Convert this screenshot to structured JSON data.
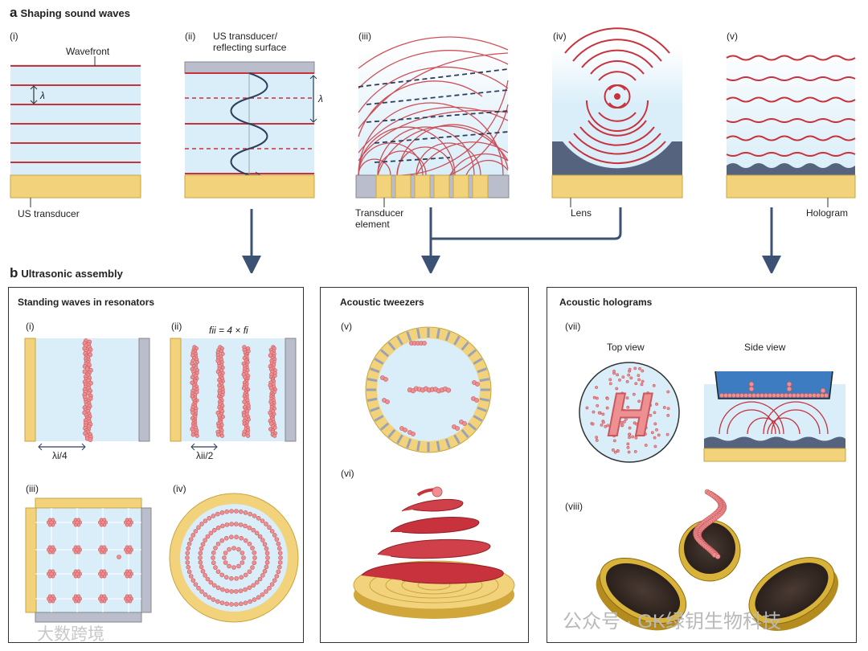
{
  "section_a": {
    "letter": "a",
    "title": "Shaping sound waves",
    "panels": [
      {
        "label": "(i)",
        "top_label": "Wavefront",
        "wavelength": "λ",
        "bottom_label": "US transducer"
      },
      {
        "label": "(ii)",
        "top_label": "US transducer/\nreflecting surface",
        "wavelength": "λ",
        "pressure": "p"
      },
      {
        "label": "(iii)",
        "bottom_label": "Transducer\nelement"
      },
      {
        "label": "(iv)",
        "bottom_label": "Lens"
      },
      {
        "label": "(v)",
        "bottom_label": "Hologram"
      }
    ]
  },
  "section_b": {
    "letter": "b",
    "title": "Ultrasonic assembly",
    "boxes": [
      {
        "title": "Standing waves in resonators",
        "panels": [
          {
            "label": "(i)",
            "annotation": "λi/4"
          },
          {
            "label": "(ii)",
            "formula": "fii = 4 × fi",
            "annotation": "λii/2"
          },
          {
            "label": "(iii)"
          },
          {
            "label": "(iv)"
          }
        ]
      },
      {
        "title": "Acoustic tweezers",
        "panels": [
          {
            "label": "(v)"
          },
          {
            "label": "(vi)"
          }
        ]
      },
      {
        "title": "Acoustic holograms",
        "panels": [
          {
            "label": "(vii)",
            "sub_left": "Top view",
            "sub_right": "Side view",
            "letter": "H"
          },
          {
            "label": "(viii)"
          }
        ]
      }
    ]
  },
  "watermarks": {
    "left": "大数跨境",
    "right": "公众号 · GK绿钥生物科技"
  },
  "colors": {
    "wave_red": "#c8323c",
    "medium_blue": "#d9eef9",
    "transducer_gold": "#f2d27a",
    "reflector_gray": "#b9bdcc",
    "arrow_navy": "#3c5275",
    "particle_pink": "#ee8f92"
  }
}
